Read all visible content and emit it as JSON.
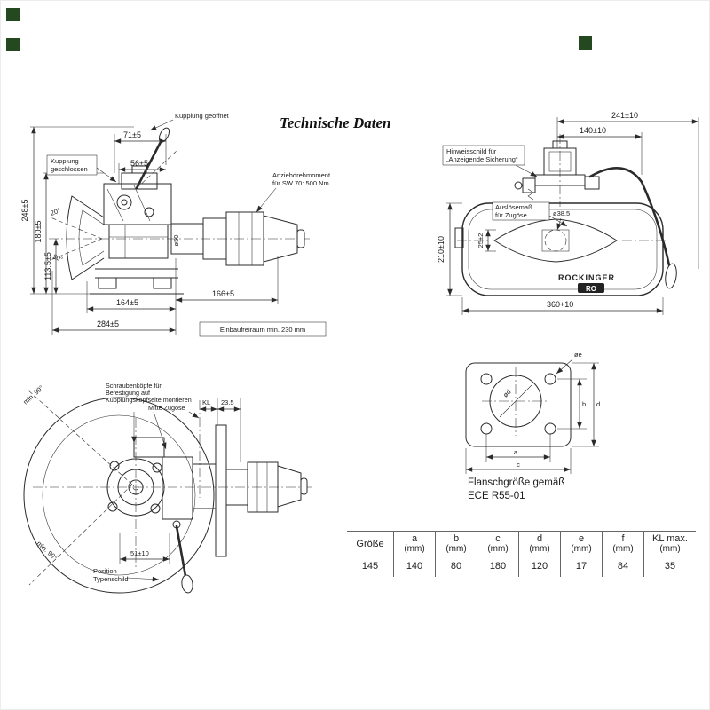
{
  "title": "Technische Daten",
  "side": {
    "labels": {
      "geoeffnet": "Kupplung geöffnet",
      "geschlossen_1": "Kupplung",
      "geschlossen_2": "geschlossen",
      "anzieh_1": "Anziehdrehmoment",
      "anzieh_2": "für SW 70: 500 Nm",
      "einbau": "Einbaufreiraum min. 230 mm"
    },
    "dims": {
      "d71": "71±5",
      "d56": "56±5",
      "d248": "248±5",
      "d180": "180±5",
      "d113": "113.5±5",
      "a20_1": "20°",
      "a20_2": "20°",
      "d164": "164±5",
      "d166": "166±5",
      "d284": "284±5",
      "d50": "ø50"
    }
  },
  "front": {
    "labels": {
      "hinweis_1": "Hinweisschild für",
      "hinweis_2": "„Anzeigende Sicherung“",
      "ausloese_1": "Auslösemaß",
      "ausloese_2": "für Zugöse",
      "brand": "ROCKINGER",
      "logo": "RO"
    },
    "dims": {
      "d241": "241±10",
      "d140": "140±10",
      "d38": "ø38.5",
      "d210": "210±10",
      "d25": "25±2",
      "d360": "360+10"
    }
  },
  "rear": {
    "labels": {
      "min90_1": "min. 90°",
      "min90_2": "min. 90°",
      "schrauben_1": "Schraubenköpfe für",
      "schrauben_2": "Befestigung auf",
      "schrauben_3": "Kupplungskopfseite montieren",
      "mitte": "Mitte Zugöse",
      "position_1": "Position",
      "position_2": "Typenschild"
    },
    "dims": {
      "kl": "KL",
      "d235": "23.5",
      "d51": "51±10"
    }
  },
  "flange": {
    "labels": {
      "caption_1": "Flanschgröße gemäß",
      "caption_2": "ECE R55-01"
    },
    "dims": {
      "oe": "øe",
      "od": "ød",
      "a": "a",
      "b": "b",
      "c": "c",
      "d": "d"
    }
  },
  "table": {
    "headers": [
      "Größe",
      "a",
      "b",
      "c",
      "d",
      "e",
      "f",
      "KL max."
    ],
    "units": [
      "",
      "(mm)",
      "(mm)",
      "(mm)",
      "(mm)",
      "(mm)",
      "(mm)",
      "(mm)"
    ],
    "values": [
      "145",
      "140",
      "80",
      "180",
      "120",
      "17",
      "84",
      "35"
    ]
  }
}
